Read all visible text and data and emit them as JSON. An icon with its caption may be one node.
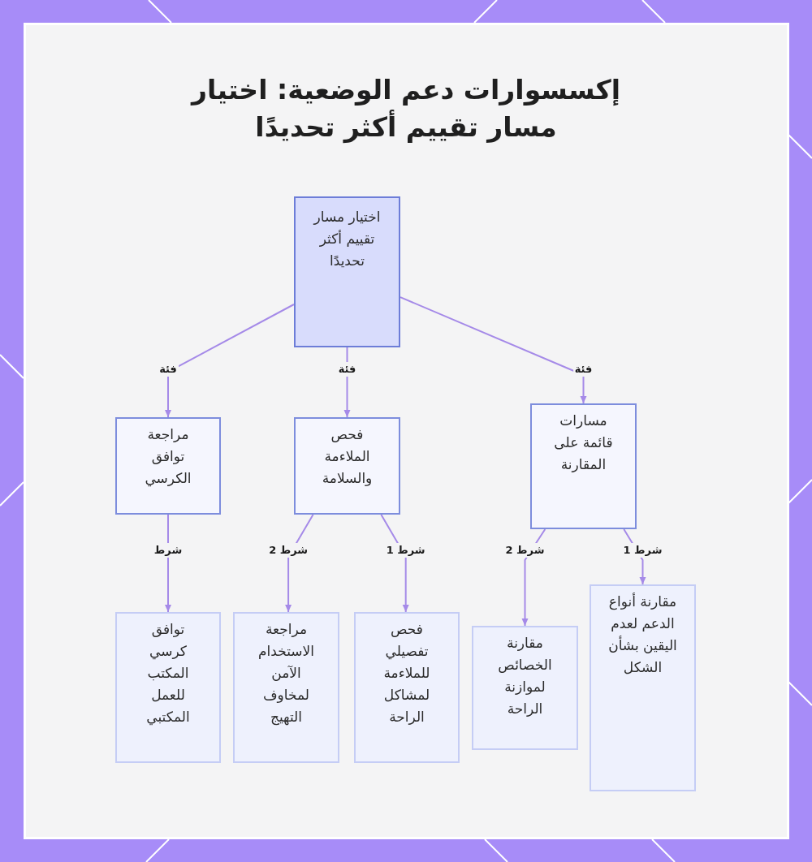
{
  "diagram": {
    "title": "إكسسوارات دعم الوضعية: اختيار مسار تقييم أكثر تحديدًا",
    "nodes": [
      {
        "text": [
          "اختيار مسار تقييم أكثر تحديدًا"
        ]
      },
      {
        "text": [
          "مراجعة توافق الكرسي"
        ]
      },
      {
        "text": [
          "فحص الملاءمة والسلامة"
        ]
      },
      {
        "text": [
          "مسارات قائمة على المقارنة"
        ]
      },
      {
        "text": [
          "توافق كرسي المكتب للعمل المكتبي"
        ]
      },
      {
        "text": [
          "مراجعة الاستخدام الآمن لمخاوف التهيج"
        ]
      },
      {
        "text": [
          "فحص تفصيلي للملاءمة لمشاكل الراحة"
        ]
      },
      {
        "text": [
          "مقارنة الخصائص لموازنة الراحة"
        ]
      },
      {
        "text": [
          "مقارنة أنواع الدعم لعدم اليقين بشأن الشكل"
        ]
      }
    ],
    "edges": [
      {
        "from": 0,
        "to": 1,
        "arrow": "to",
        "label": "فئة"
      },
      {
        "from": 0,
        "to": 2,
        "arrow": "to",
        "label": "فئة"
      },
      {
        "from": 0,
        "to": 3,
        "arrow": "to",
        "label": "فئة"
      },
      {
        "from": 1,
        "to": 4,
        "arrow": "to",
        "label": "شرط"
      },
      {
        "from": 2,
        "to": 5,
        "arrow": "to",
        "label": "شرط 2"
      },
      {
        "from": 2,
        "to": 6,
        "arrow": "to",
        "label": "شرط 1"
      },
      {
        "from": 3,
        "to": 7,
        "arrow": "to",
        "label": "شرط 2"
      },
      {
        "from": 3,
        "to": 8,
        "arrow": "to",
        "label": "شرط 1"
      }
    ]
  }
}
